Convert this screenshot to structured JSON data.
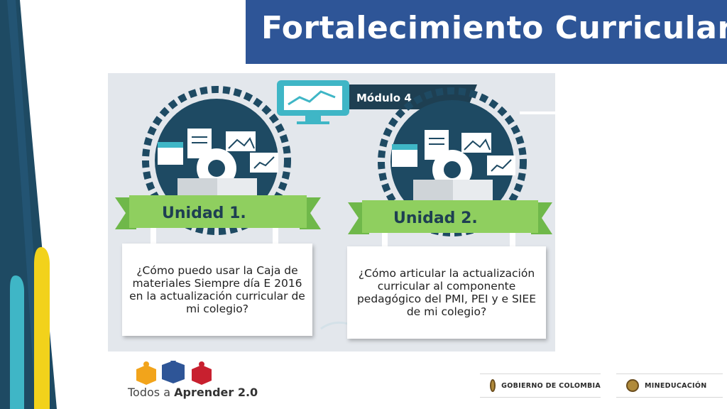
{
  "slide": {
    "title": "Fortalecimiento Curricular"
  },
  "infographic": {
    "module_label": "Módulo 4",
    "units": [
      {
        "label": "Unidad 1.",
        "question": "¿Cómo puedo usar la Caja de materiales Siempre día E 2016 en la actualización curricular de mi colegio?"
      },
      {
        "label": "Unidad 2.",
        "question": "¿Cómo articular la actualización curricular al componente pedagógico del PMI, PEI y e SIEE de mi colegio?"
      }
    ]
  },
  "footer": {
    "program_prefix": "Todos a ",
    "program_name": "Aprender 2.0",
    "badges": [
      {
        "label": "GOBIERNO DE COLOMBIA",
        "icon": "coat-of-arms-icon"
      },
      {
        "label": "MINEDUCACIÓN",
        "icon": "coat-of-arms-icon"
      }
    ]
  },
  "colors": {
    "title_bar": "#2e5597",
    "navy": "#1e4a63",
    "teal": "#3fb6c6",
    "green_ribbon": "#8fcf5f",
    "yellow": "#f2d21b",
    "light_blue": "#36b5d6"
  }
}
